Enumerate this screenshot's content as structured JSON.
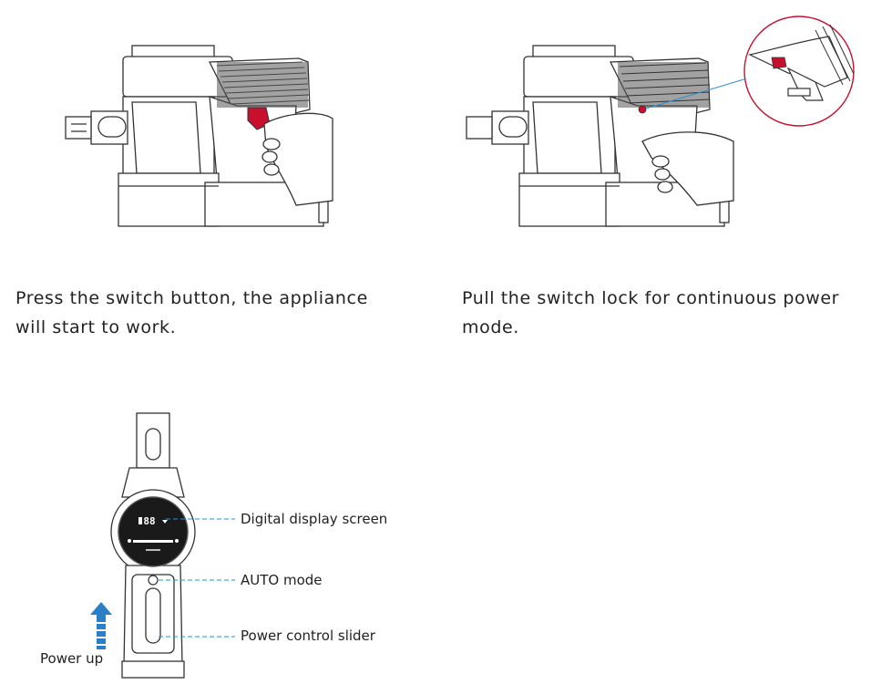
{
  "step_left": {
    "caption_line1": "Press the switch button, the appliance",
    "caption_line2": "will start to work."
  },
  "step_right": {
    "caption_line1": "Pull the switch lock for continuous power",
    "caption_line2": "mode."
  },
  "controls": {
    "display_label": "Digital display screen",
    "auto_label": "AUTO mode",
    "slider_label": "Power control slider",
    "power_up_label": "Power up",
    "display_readout": "88"
  },
  "colors": {
    "accent_red": "#c8102e",
    "callout_blue": "#2a8fd4",
    "arrow_blue": "#2a7fc8",
    "line": "#333333"
  }
}
